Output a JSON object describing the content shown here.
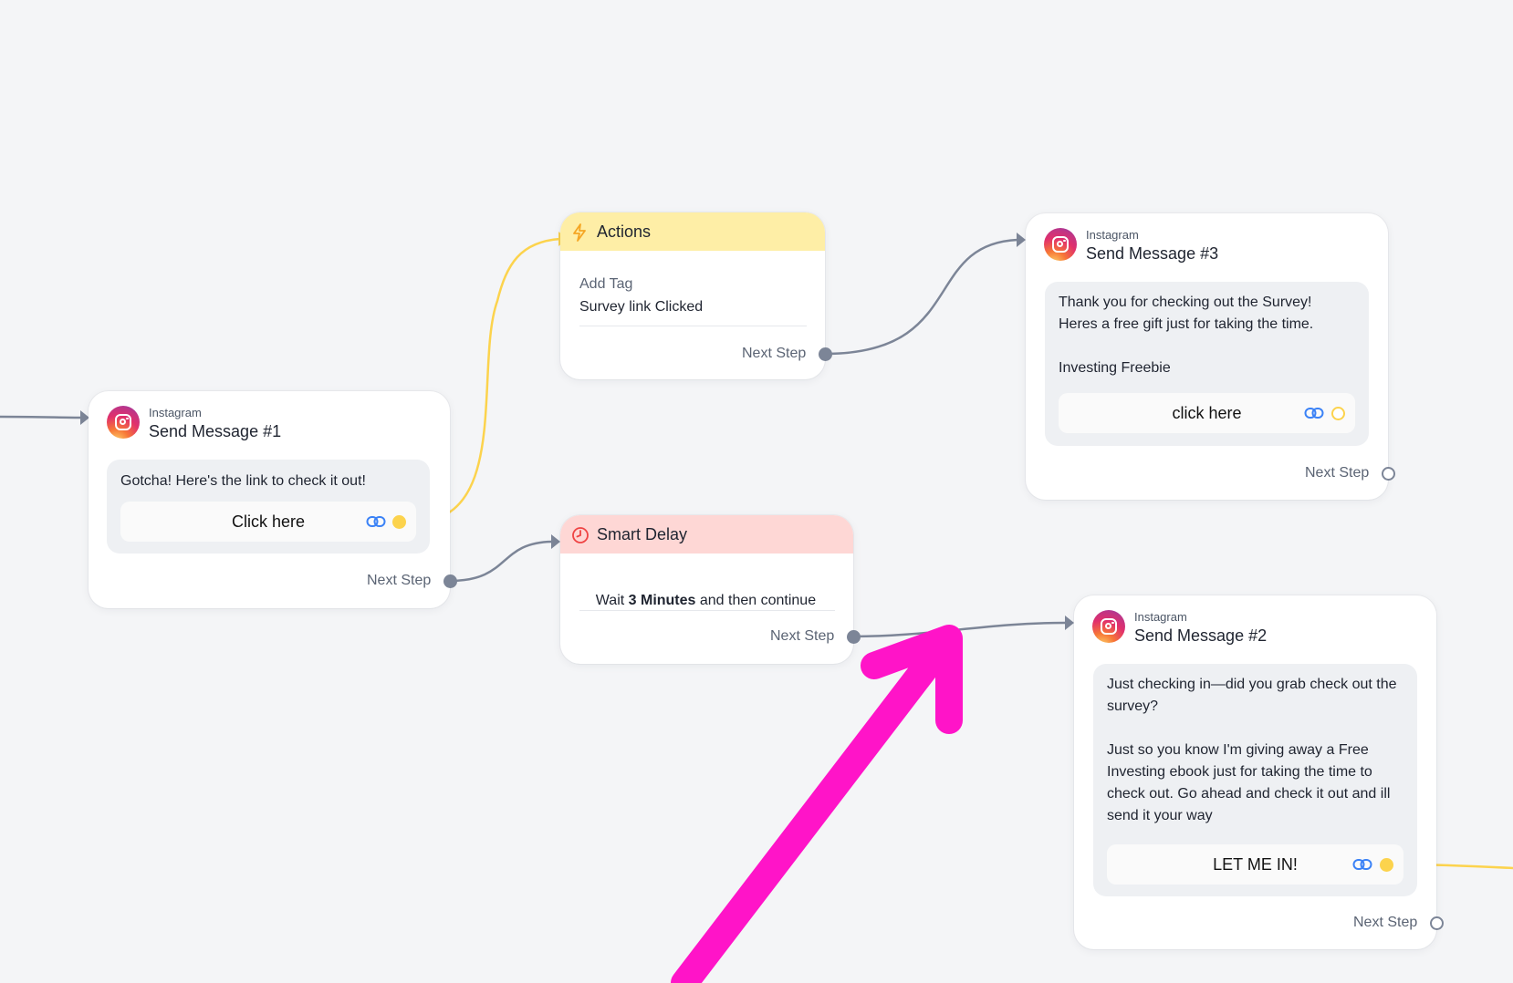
{
  "nodes": {
    "msg1": {
      "platform": "Instagram",
      "title": "Send Message #1",
      "text": "Gotcha! Here's the link to check it out!",
      "button": "Click here",
      "next": "Next Step"
    },
    "actions": {
      "header": "Actions",
      "action_label": "Add Tag",
      "action_value": "Survey link Clicked",
      "next": "Next Step"
    },
    "delay": {
      "header": "Smart Delay",
      "text_before": "Wait ",
      "text_bold": "3 Minutes",
      "text_after": " and then continue",
      "next": "Next Step"
    },
    "msg3": {
      "platform": "Instagram",
      "title": "Send Message #3",
      "text": "Thank you for checking out the Survey!\nHeres a free gift just for taking the time.\n\nInvesting Freebie",
      "button": "click here",
      "next": "Next Step"
    },
    "msg2": {
      "platform": "Instagram",
      "title": "Send Message #2",
      "text": "Just checking in—did you grab check out the survey?\n\nJust so you know I'm giving away a Free Investing ebook just for taking the time to check out. Go ahead and check it out and ill send it your way",
      "button": "LET ME IN!",
      "next": "Next Step"
    }
  },
  "colors": {
    "connector_gray": "#7c8597",
    "connector_yellow": "#fcd34d",
    "actions_header": "#feeea6",
    "delay_header": "#fed7d5",
    "link_icon": "#3b82f6",
    "annotation_arrow": "#ff14c8"
  },
  "icons": {
    "platform": "instagram-icon",
    "actions": "lightning-icon",
    "delay": "clock-icon",
    "button_link": "link-icon"
  }
}
